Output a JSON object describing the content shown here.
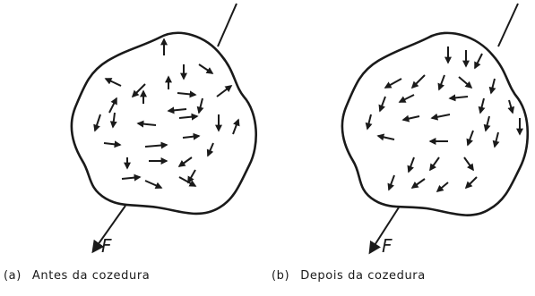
{
  "panels": [
    {
      "id": "a",
      "letter": "(a)",
      "caption": "Antes da cozedura",
      "force_label": "F"
    },
    {
      "id": "b",
      "letter": "(b)",
      "caption": "Depois da cozedura",
      "force_label": "F"
    }
  ],
  "colors": {
    "ink": "#1a1a1a",
    "background": "#ffffff"
  }
}
